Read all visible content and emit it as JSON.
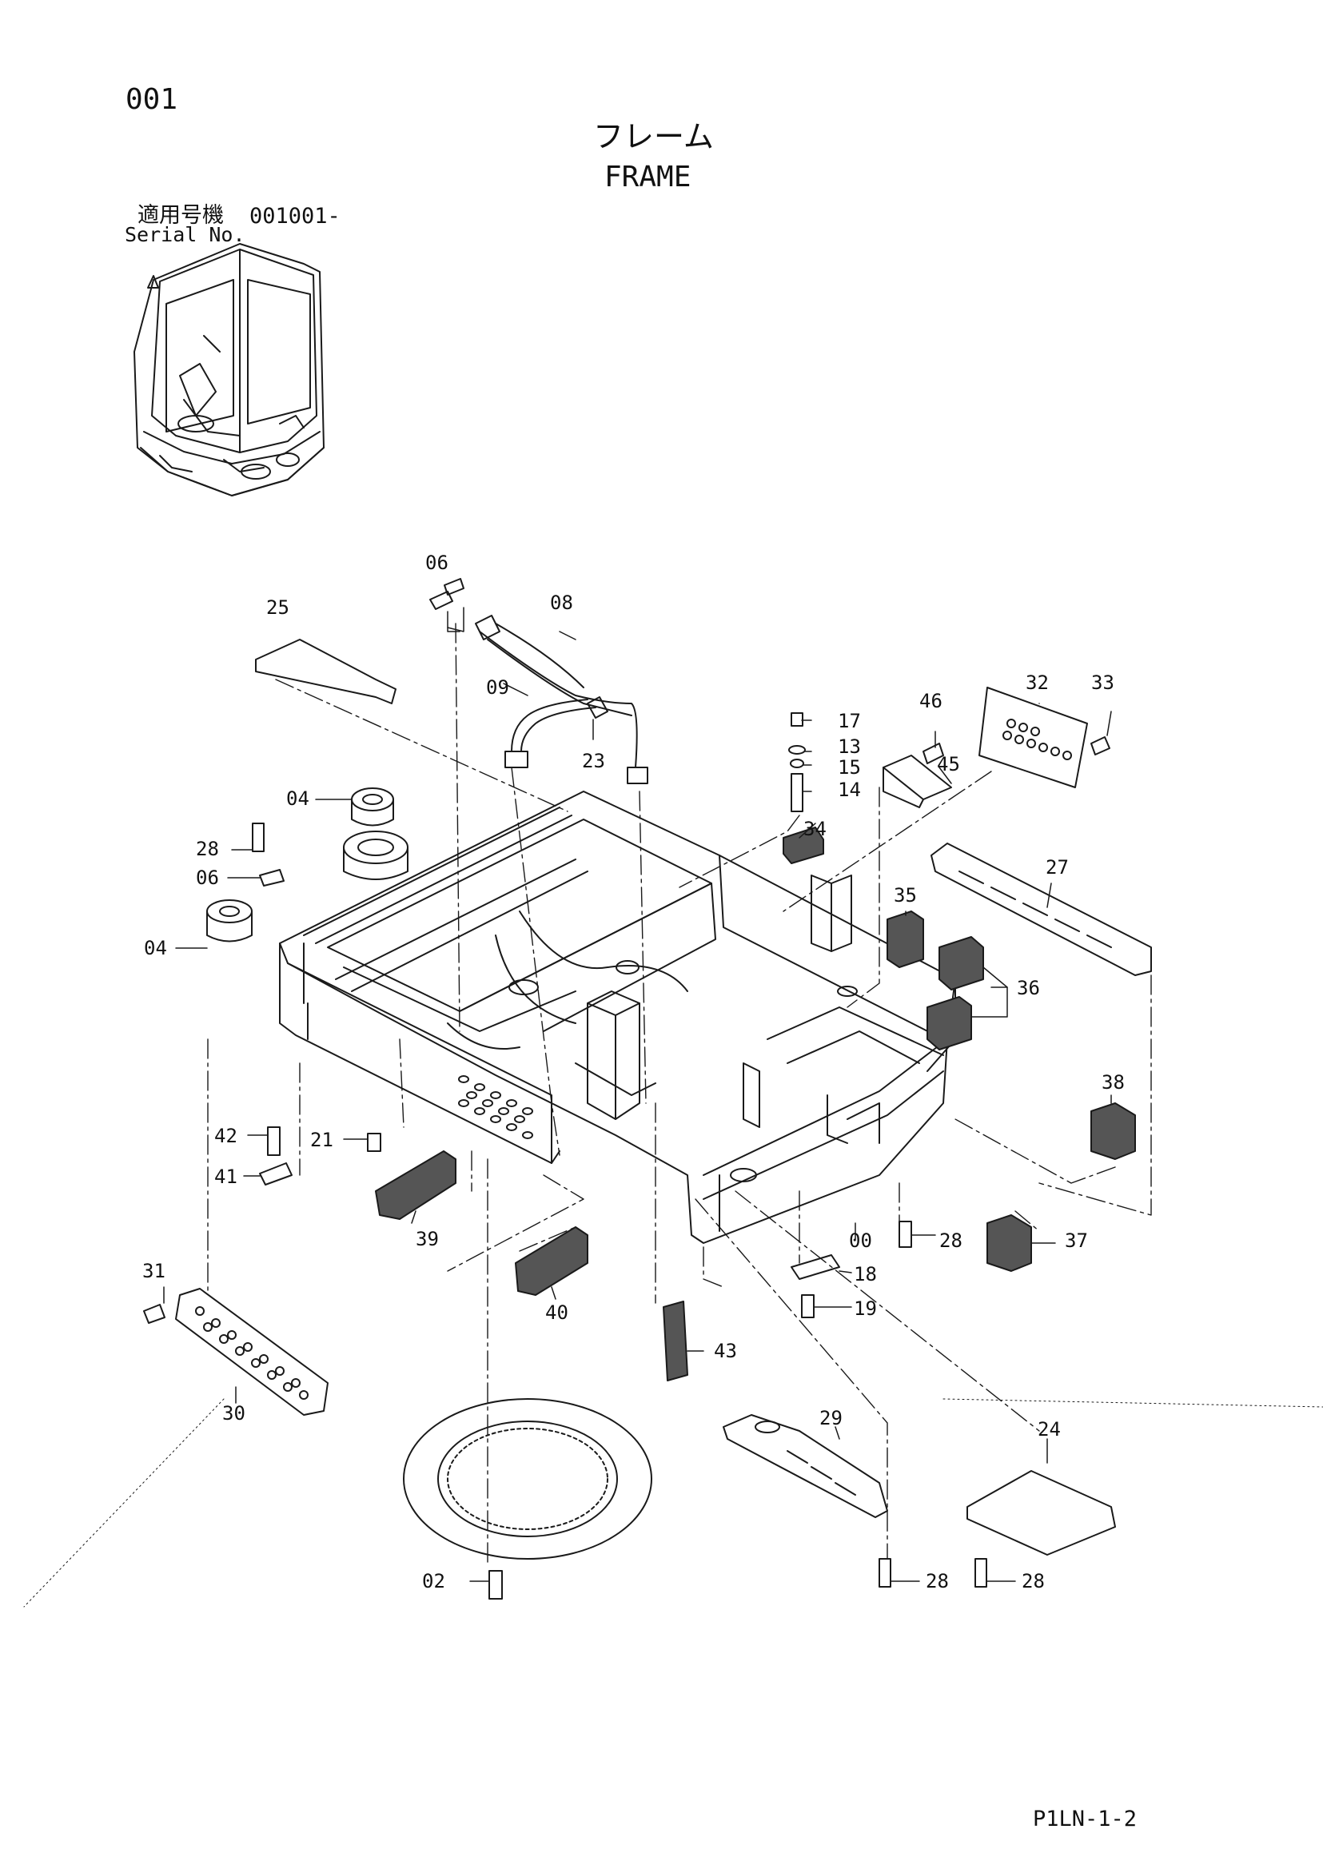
{
  "header": {
    "page_number": "001",
    "title_jp": "フレーム",
    "title_en": "FRAME",
    "serial_label_jp": "適用号機",
    "serial_value": "001001-",
    "serial_label_en": "Serial No."
  },
  "footer": {
    "code": "P1LN-1-2"
  },
  "callouts": [
    {
      "id": "06a",
      "label": "06"
    },
    {
      "id": "08",
      "label": "08"
    },
    {
      "id": "09",
      "label": "09"
    },
    {
      "id": "25",
      "label": "25"
    },
    {
      "id": "23",
      "label": "23"
    },
    {
      "id": "17",
      "label": "17"
    },
    {
      "id": "13",
      "label": "13"
    },
    {
      "id": "15",
      "label": "15"
    },
    {
      "id": "14",
      "label": "14"
    },
    {
      "id": "46",
      "label": "46"
    },
    {
      "id": "45",
      "label": "45"
    },
    {
      "id": "32",
      "label": "32"
    },
    {
      "id": "33",
      "label": "33"
    },
    {
      "id": "04a",
      "label": "04"
    },
    {
      "id": "28a",
      "label": "28"
    },
    {
      "id": "06b",
      "label": "06"
    },
    {
      "id": "04b",
      "label": "04"
    },
    {
      "id": "34",
      "label": "34"
    },
    {
      "id": "27",
      "label": "27"
    },
    {
      "id": "35",
      "label": "35"
    },
    {
      "id": "36",
      "label": "36"
    },
    {
      "id": "38",
      "label": "38"
    },
    {
      "id": "42",
      "label": "42"
    },
    {
      "id": "21",
      "label": "21"
    },
    {
      "id": "41",
      "label": "41"
    },
    {
      "id": "39",
      "label": "39"
    },
    {
      "id": "00",
      "label": "00"
    },
    {
      "id": "28b",
      "label": "28"
    },
    {
      "id": "37",
      "label": "37"
    },
    {
      "id": "18",
      "label": "18"
    },
    {
      "id": "19",
      "label": "19"
    },
    {
      "id": "31",
      "label": "31"
    },
    {
      "id": "40",
      "label": "40"
    },
    {
      "id": "43",
      "label": "43"
    },
    {
      "id": "30",
      "label": "30"
    },
    {
      "id": "29",
      "label": "29"
    },
    {
      "id": "24",
      "label": "24"
    },
    {
      "id": "02",
      "label": "02"
    },
    {
      "id": "28c",
      "label": "28"
    },
    {
      "id": "28d",
      "label": "28"
    }
  ]
}
